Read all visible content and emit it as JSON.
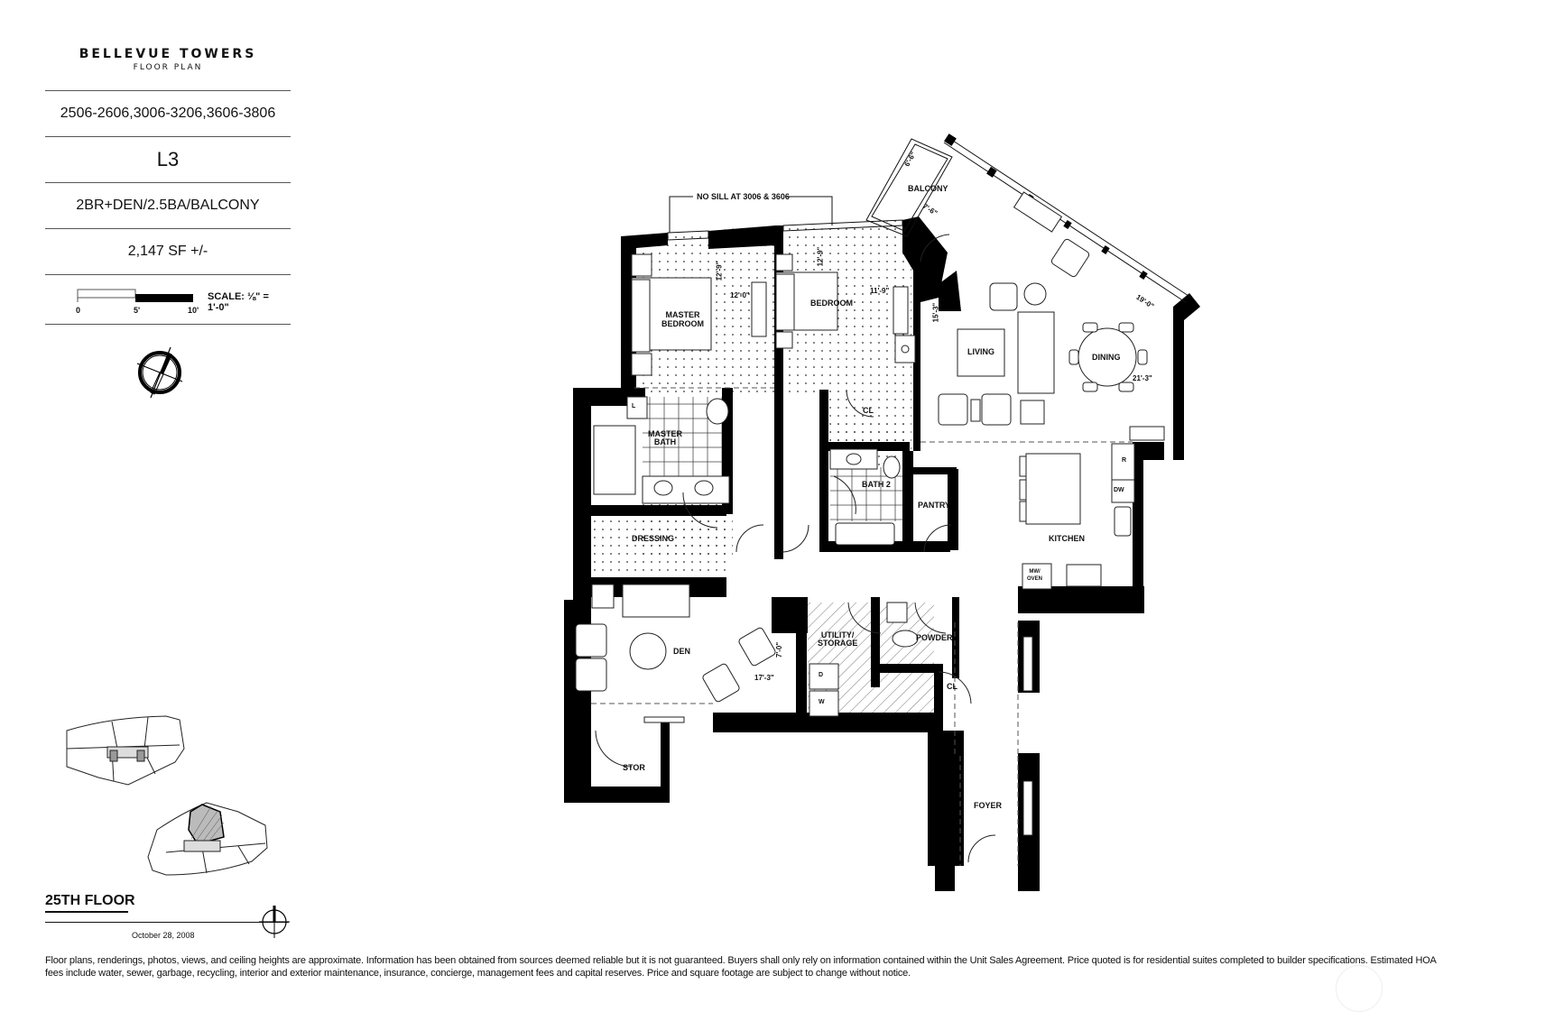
{
  "header": {
    "brand_title": "BELLEVUE TOWERS",
    "brand_subtitle": "FLOOR PLAN",
    "unit_numbers": "2506-2606,3006-3206,3606-3806",
    "plan_code": "L3",
    "unit_type": "2BR+DEN/2.5BA/BALCONY",
    "square_feet": "2,147 SF +/-"
  },
  "scale": {
    "ticks": [
      "0",
      "5'",
      "10'"
    ],
    "label": "SCALE: ⅛\" = 1'-0\""
  },
  "keyplan": {
    "floor_label": "25TH FLOOR",
    "date": "October 28, 2008"
  },
  "plan": {
    "note": "NO SILL AT 3006 & 3606",
    "rooms": {
      "balcony": "BALCONY",
      "master_bedroom_1": "MASTER",
      "master_bedroom_2": "BEDROOM",
      "bedroom": "BEDROOM",
      "living": "LIVING",
      "dining": "DINING",
      "master_bath_1": "MASTER",
      "master_bath_2": "BATH",
      "closet_bedroom": "CL",
      "bath2": "BATH 2",
      "pantry": "PANTRY",
      "kitchen": "KITCHEN",
      "dressing": "DRESSING",
      "den": "DEN",
      "utility_1": "UTILITY/",
      "utility_2": "STORAGE",
      "powder": "POWDER",
      "closet_foyer": "CL",
      "stor": "STOR",
      "foyer": "FOYER"
    },
    "fixtures": {
      "linen": "L",
      "fridge": "R",
      "dishwasher": "DW",
      "mw_oven_1": "MW/",
      "mw_oven_2": "OVEN",
      "dryer": "D",
      "washer": "W"
    },
    "dimensions": {
      "balcony_depth": "6'-6\"",
      "balcony_width": "7'-6\"",
      "master_depth": "12'-9\"",
      "master_width": "12'-0\"",
      "bedroom_depth": "12'-9\"",
      "bedroom_width": "11'-9\"",
      "living_depth": "15'-3\"",
      "living_width": "19'-0\"",
      "dining_width": "21'-3\"",
      "den_depth": "7'-0\"",
      "den_width": "17'-3\""
    }
  },
  "footer": {
    "disclaimer_line1": "Floor plans, renderings, photos, views, and ceiling heights are approximate.  Information has been obtained from sources deemed reliable but it is not guaranteed.  Buyers shall only rely on information contained within the Unit Sales Agreement.  Price quoted is for residential suites completed to builder specifications.  Estimated HOA",
    "disclaimer_line2": "fees include water, sewer, garbage, recycling, interior and exterior maintenance, insurance, concierge, management fees and capital reserves.  Price and square footage are subject to change without notice."
  },
  "colors": {
    "wall": "#000000",
    "line": "#111111",
    "hatch": "#555555",
    "rule": "#555555"
  }
}
